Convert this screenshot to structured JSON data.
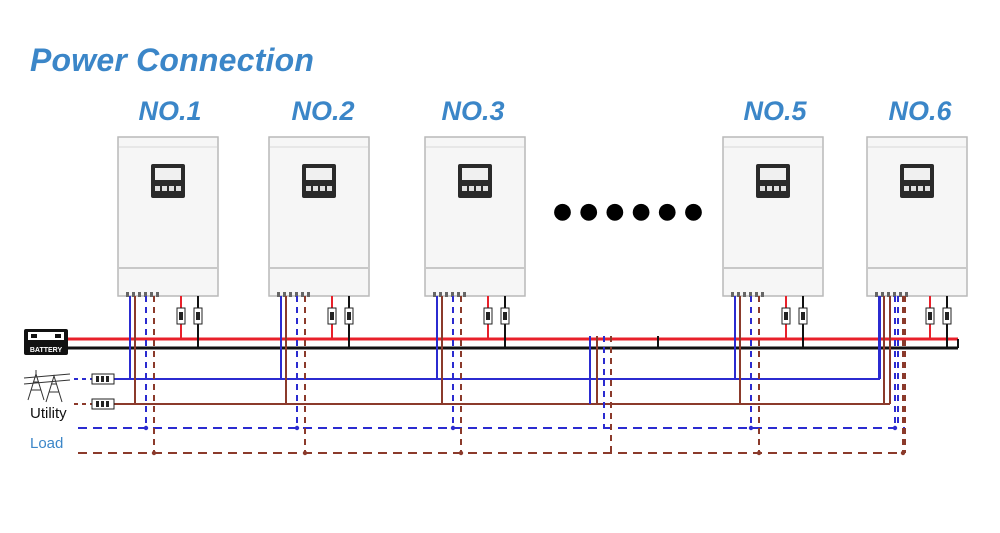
{
  "title": "Power Connection",
  "units": [
    {
      "label": "NO.1"
    },
    {
      "label": "NO.2"
    },
    {
      "label": "NO.3"
    },
    {
      "label": "NO.5"
    },
    {
      "label": "NO.6"
    }
  ],
  "ellipsis": "● ● ● ● ● ●",
  "battery_label": "BATTERY",
  "utility_label": "Utility",
  "load_label": "Load",
  "colors": {
    "title": "#3b86c8",
    "battery_positive": "#e8202a",
    "battery_negative": "#111111",
    "ac_line": "#2b2bd0",
    "ac_neutral": "#8b3a2b"
  }
}
